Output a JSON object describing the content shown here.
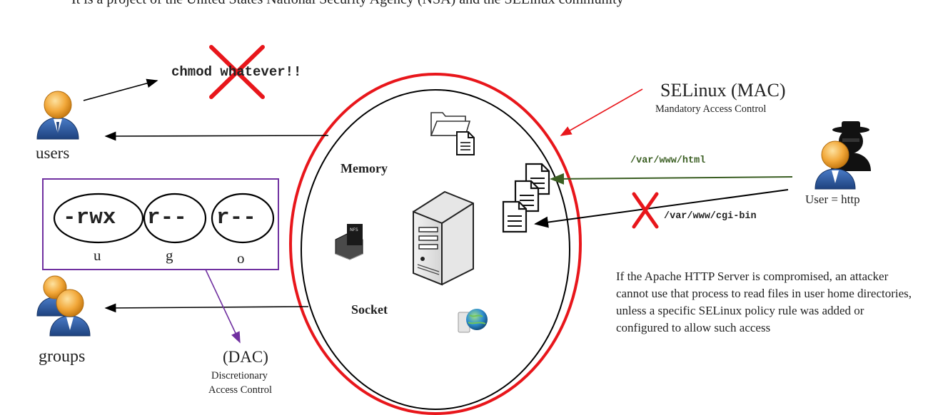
{
  "top_caption": "It is a project of the United States National Security Agency (NSA) and the SELinux community",
  "chmod_text": "chmod whatever!!",
  "users_label": "users",
  "groups_label": "groups",
  "selinux": {
    "title": "SELinux (MAC)",
    "subtitle": "Mandatory Access Control"
  },
  "memory_label": "Memory",
  "socket_label": "Socket",
  "paths": {
    "html": "/var/www/html",
    "cgi": "/var/www/cgi-bin"
  },
  "user_http_label": "User = http",
  "permissions": {
    "user_bits": "-rwx",
    "group_bits": "r--",
    "other_bits": "r--",
    "user_label": "u",
    "group_label": "g",
    "other_label": "o"
  },
  "dac": {
    "title": "(DAC)",
    "subtitle_line1": "Discretionary",
    "subtitle_line2": "Access Control"
  },
  "note": "If the Apache HTTP Server is compromised, an attacker cannot use that process to read files in user home directories, unless a specific SELinux policy rule was added or configured to allow such access",
  "colors": {
    "red": "#e8161b",
    "purple": "#7030a0",
    "green": "#3a5e22",
    "user_orange": "#f0a030",
    "user_blue": "#2a5aa0"
  },
  "icons": [
    "user-icon",
    "hacker-icon",
    "folder-icon",
    "document-icon",
    "server-icon",
    "nfs-icon",
    "globe-icon",
    "cross-icon"
  ]
}
